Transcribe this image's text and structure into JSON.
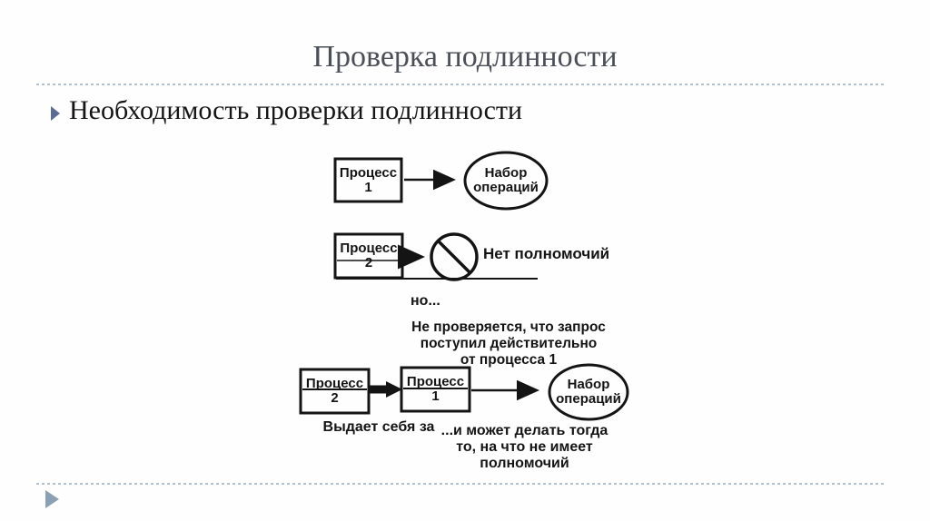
{
  "slide": {
    "title": "Проверка подлинности",
    "bullet_text": "Необходимость проверки подлинности"
  },
  "diagram": {
    "box1": {
      "line1": "Процесс",
      "line2": "1"
    },
    "ellipse1": {
      "line1": "Набор",
      "line2": "операций"
    },
    "box2": {
      "line1": "Процесс",
      "line2": "2"
    },
    "no_authority": "Нет полномочий",
    "but": "но...",
    "note": {
      "line1": "Не проверяется, что запрос",
      "line2": "поступил действительно",
      "line3": "от процесса 1"
    },
    "box3": {
      "line1": "Процесс",
      "line2": "2"
    },
    "box4": {
      "line1": "Процесс",
      "line2": "1"
    },
    "ellipse2": {
      "line1": "Набор",
      "line2": "операций"
    },
    "impersonate": "Выдает себя за",
    "result": {
      "line1": "...и может делать тогда",
      "line2": "то, на что не имеет",
      "line3": "полномочий"
    }
  },
  "colors": {
    "title": "#4b4f58",
    "divider": "#b3c1ce",
    "bullet_marker": "#5c6c94",
    "footer_marker": "#8ba0b4",
    "diagram_ink": "#141414"
  }
}
